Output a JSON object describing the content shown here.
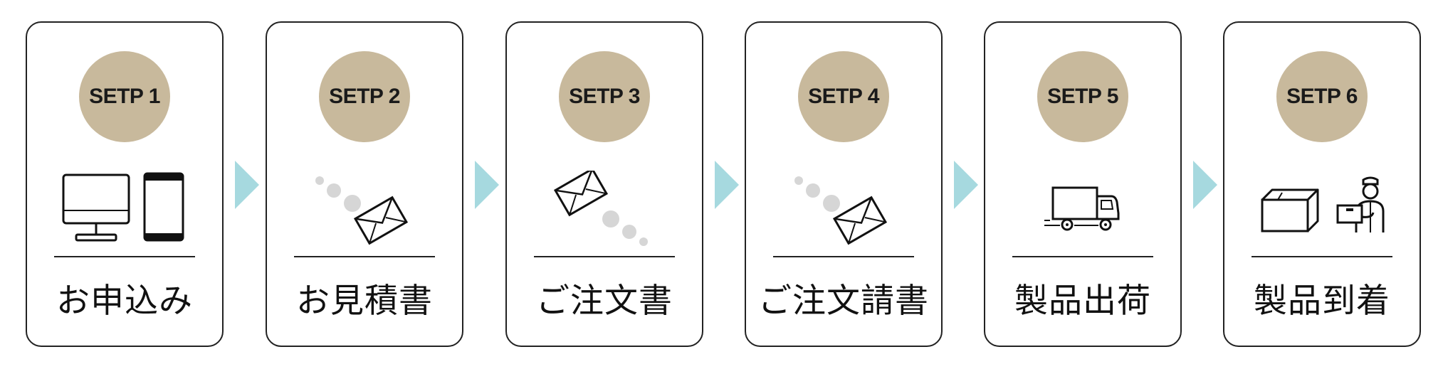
{
  "steps": [
    {
      "badge": "SETP 1",
      "label": "お申込み",
      "icon": "computer-and-tablet-icon"
    },
    {
      "badge": "SETP 2",
      "label": "お見積書",
      "icon": "incoming-envelope-icon"
    },
    {
      "badge": "SETP 3",
      "label": "ご注文書",
      "icon": "outgoing-envelope-icon"
    },
    {
      "badge": "SETP 4",
      "label": "ご注文請書",
      "icon": "incoming-envelope-icon"
    },
    {
      "badge": "SETP 5",
      "label": "製品出荷",
      "icon": "delivery-truck-icon"
    },
    {
      "badge": "SETP 6",
      "label": "製品到着",
      "icon": "package-delivery-icon"
    }
  ],
  "colors": {
    "badge": "#c8b99c",
    "arrow": "#a6d9df",
    "border": "#222222"
  }
}
